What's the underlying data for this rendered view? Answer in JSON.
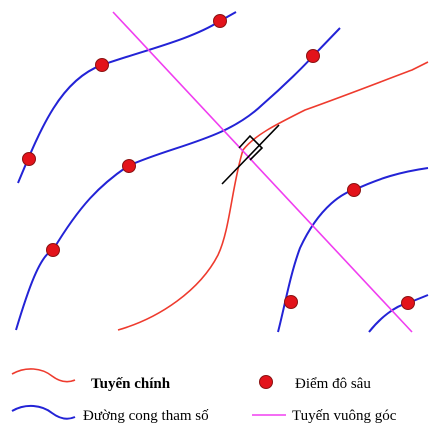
{
  "diagram": {
    "colors": {
      "main_line": "#ee3b2e",
      "parametric_curve": "#2323d6",
      "perpendicular": "#f03ef0",
      "depth_point_fill": "#e3131b",
      "depth_point_stroke": "#8a1212",
      "right_angle_marker": "#000000",
      "normal_segment": "#000000"
    },
    "legend": {
      "main_line_label": "Tuyến chính",
      "depth_point_label": "Điểm đô sâu",
      "parametric_curve_label": "Đường cong tham số",
      "perpendicular_label": "Tuyến vuông góc"
    }
  }
}
